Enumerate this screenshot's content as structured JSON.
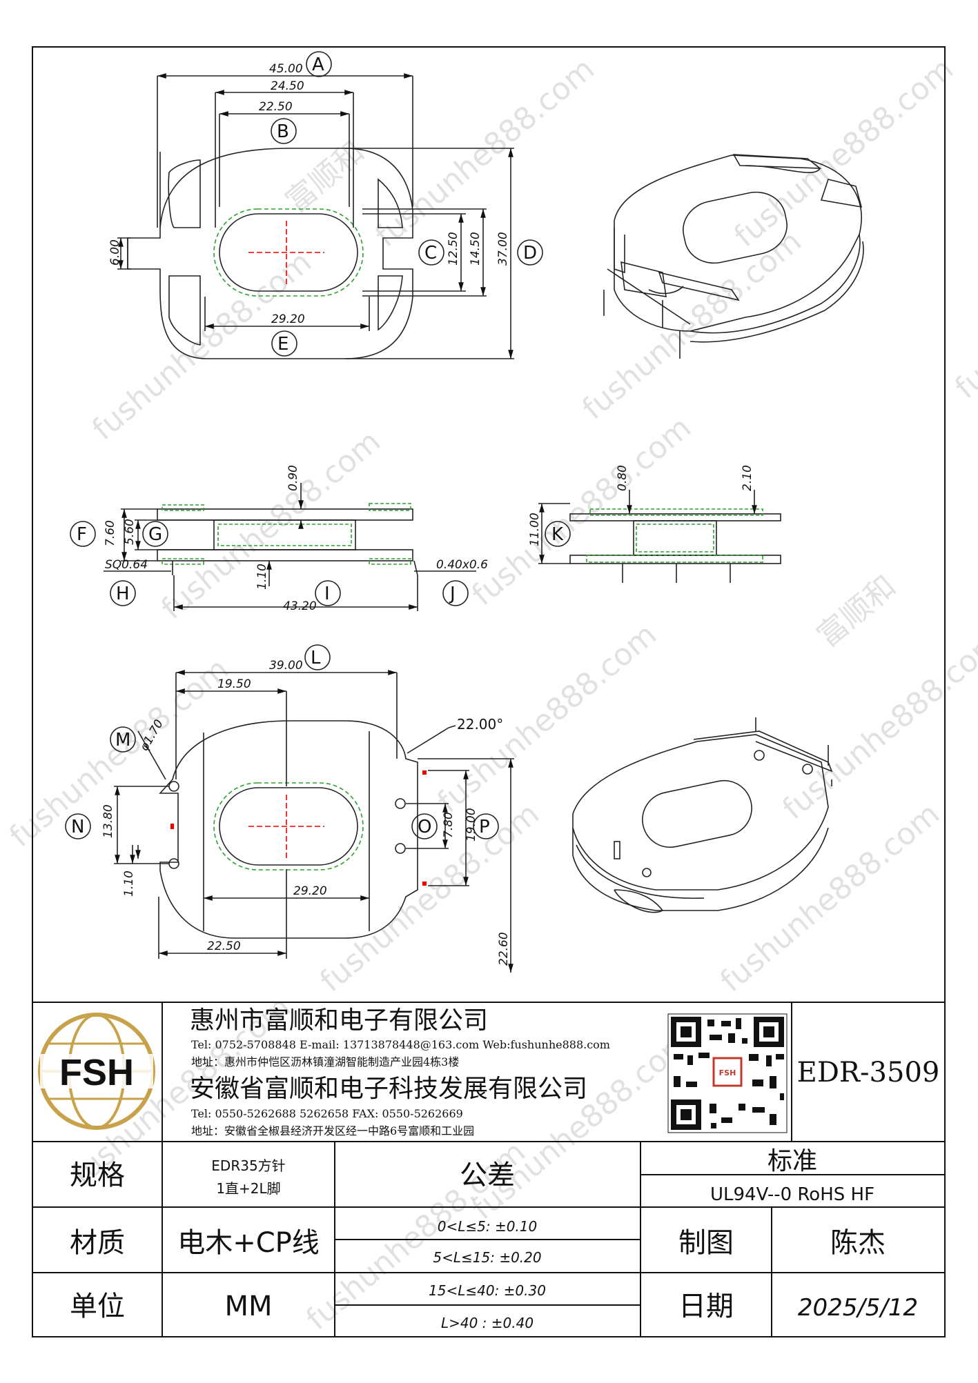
{
  "drawing": {
    "top_view": {
      "dims": {
        "A": "45.00",
        "A2": "24.50",
        "B": "22.50",
        "C": "12.50",
        "C2": "14.50",
        "D": "37.00",
        "E": "29.20",
        "W": "6.00"
      },
      "letters": [
        "A",
        "B",
        "C",
        "D",
        "E"
      ]
    },
    "side_view": {
      "dims": {
        "t1": "0.90",
        "F": "7.60",
        "G": "5.60",
        "H": "SQ0.64",
        "t2": "1.10",
        "I": "43.20",
        "J": "0.40x0.6"
      },
      "letters": [
        "F",
        "G",
        "H",
        "I",
        "J"
      ]
    },
    "end_view": {
      "dims": {
        "k1": "0.80",
        "k2": "2.10",
        "K": "11.00"
      },
      "letters": [
        "K"
      ]
    },
    "bottom_view": {
      "dims": {
        "L": "39.00",
        "L2": "19.50",
        "M": "φ1.70",
        "angle": "22.00°",
        "N": "13.80",
        "N2": "1.10",
        "O": "7.80",
        "P": "19.00",
        "E2": "29.20",
        "B2": "22.50",
        "H2": "22.60"
      },
      "letters": [
        "L",
        "M",
        "N",
        "O",
        "P"
      ]
    }
  },
  "watermark": {
    "a": "fushunhe888.com",
    "b": "富顺和"
  },
  "title_block": {
    "logo_text": "FSH",
    "company1": "惠州市富顺和电子有限公司",
    "tel1": "Tel: 0752-5708848  E-mail: 13713878448@163.com  Web:fushunhe888.com",
    "addr1": "地址：惠州市仲恺区沥林镇潼湖智能制造产业园4栋3楼",
    "company2": "安徽省富顺和电子科技发展有限公司",
    "tel2": "Tel:   0550-5262688  5262658      FAX: 0550-5262669",
    "addr2": "地址：安徽省全椒县经济开发区经一中路6号富顺和工业园",
    "part_no": "EDR-3509",
    "spec_label": "规格",
    "spec_value1": "EDR35方针",
    "spec_value2": "1直+2L脚",
    "tol_label": "公差",
    "std_label": "标准",
    "std_value": "UL94V--0  RoHS HF",
    "material_label": "材质",
    "material_value": "电木+CP线",
    "tol1": "0<L≤5: ±0.10",
    "tol2": "5<L≤15: ±0.20",
    "tol3": "15<L≤40: ±0.30",
    "tol4": "L>40 :  ±0.40",
    "drawn_label": "制图",
    "drawn_value": "陈杰",
    "unit_label": "单位",
    "unit_value": "MM",
    "date_label": "日期",
    "date_value": "2025/5/12"
  }
}
